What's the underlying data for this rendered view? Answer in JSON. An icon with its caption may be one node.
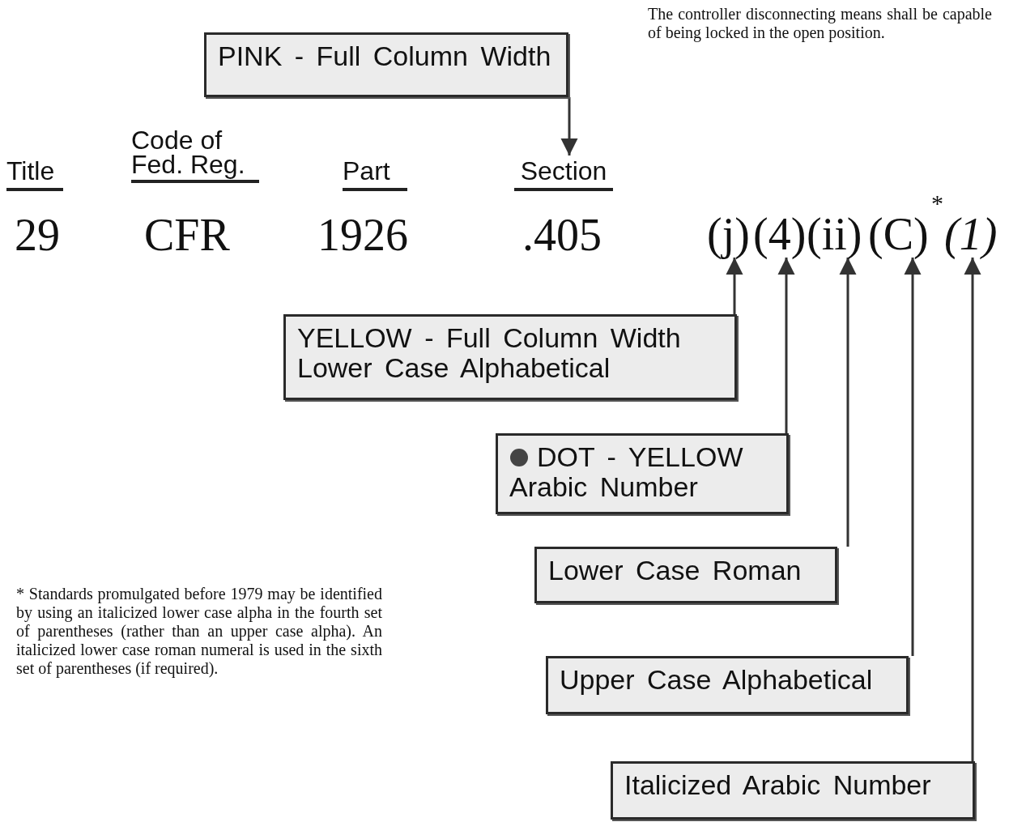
{
  "diagram": {
    "nodes": [
      {
        "text": [
          "PINK - Full Column Width"
        ]
      },
      {
        "text": [
          "Section"
        ]
      },
      {
        "text": [
          "(j)"
        ]
      },
      {
        "text": [
          "(4)"
        ]
      },
      {
        "text": [
          "(ii)"
        ]
      },
      {
        "text": [
          "(C)"
        ]
      },
      {
        "text": [
          "(1)"
        ]
      },
      {
        "text": [
          "YELLOW - Full Column Width",
          "Lower Case Alphabetical"
        ]
      },
      {
        "text": [
          "DOT - YELLOW",
          "Arabic Number"
        ]
      },
      {
        "text": [
          "Lower Case Roman"
        ]
      },
      {
        "text": [
          "Upper Case Alphabetical"
        ]
      },
      {
        "text": [
          "Italicized Arabic Number"
        ]
      }
    ],
    "edges": [
      {
        "from": 0,
        "to": 1,
        "arrow": "to"
      },
      {
        "from": 7,
        "to": 2,
        "arrow": "to"
      },
      {
        "from": 8,
        "to": 3,
        "arrow": "to"
      },
      {
        "from": 9,
        "to": 4,
        "arrow": "to"
      },
      {
        "from": 10,
        "to": 5,
        "arrow": "to"
      },
      {
        "from": 11,
        "to": 6,
        "arrow": "to"
      }
    ],
    "labels": [
      "The controller disconnecting means shall be capable of being locked in the open position.",
      "Title",
      "Code of Fed. Reg.",
      "Part",
      "29",
      "CFR",
      "1926",
      ".405",
      "*",
      "* Standards promulgated before 1979 may be identified by using an italicized lower case alpha in the fourth set of parentheses (rather than an upper case alpha). An italicized lower case roman numeral is used in the sixth set of parentheses (if required)."
    ]
  }
}
